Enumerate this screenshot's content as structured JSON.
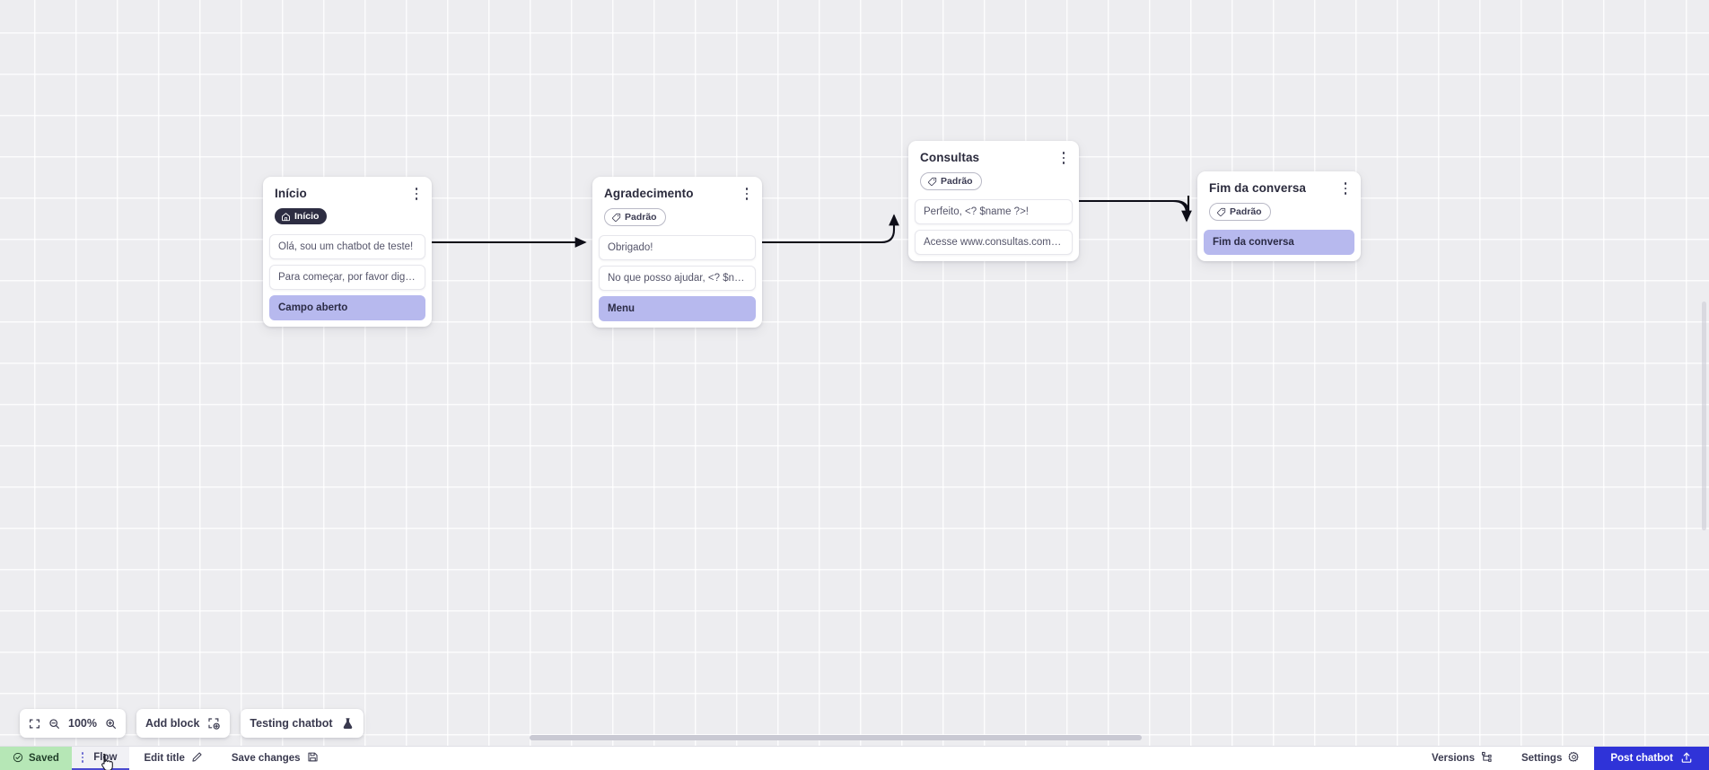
{
  "canvas": {
    "zoom_level": "100%",
    "nodes": [
      {
        "id": "inicio",
        "title": "Início",
        "badge": {
          "label": "Início",
          "icon": "home-icon",
          "style": "dark"
        },
        "fields": [
          {
            "text": "Olá, sou um chatbot de teste!",
            "style": "plain"
          },
          {
            "text": "Para começar, por favor digite o ...",
            "style": "plain"
          },
          {
            "text": "Campo aberto",
            "style": "accent"
          }
        ]
      },
      {
        "id": "agradecimento",
        "title": "Agradecimento",
        "badge": {
          "label": "Padrão",
          "icon": "tag-icon",
          "style": "outline"
        },
        "fields": [
          {
            "text": "Obrigado!",
            "style": "plain"
          },
          {
            "text": "No que posso ajudar, <? $name ...",
            "style": "plain"
          },
          {
            "text": "Menu",
            "style": "accent"
          }
        ]
      },
      {
        "id": "consultas",
        "title": "Consultas",
        "badge": {
          "label": "Padrão",
          "icon": "tag-icon",
          "style": "outline"
        },
        "fields": [
          {
            "text": "Perfeito, <? $name ?>!",
            "style": "plain"
          },
          {
            "text": "Acesse www.consultas.com par...",
            "style": "plain"
          }
        ]
      },
      {
        "id": "fim",
        "title": "Fim da conversa",
        "badge": {
          "label": "Padrão",
          "icon": "tag-icon",
          "style": "outline"
        },
        "fields": [
          {
            "text": "Fim da conversa",
            "style": "accent"
          }
        ]
      }
    ]
  },
  "float_toolbar": {
    "zoom_out_icon": "zoom-out-icon",
    "zoom_in_icon": "zoom-in-icon",
    "fit_icon": "fit-screen-icon",
    "zoom_value": "100%",
    "add_block_label": "Add block",
    "add_block_icon": "add-block-icon",
    "testing_label": "Testing chatbot",
    "testing_icon": "flask-icon"
  },
  "bottom_bar": {
    "saved_label": "Saved",
    "saved_icon": "check-circle-icon",
    "tab_label": "Flow",
    "drag_handle_icon": "drag-dots-icon",
    "edit_title_label": "Edit title",
    "edit_title_icon": "pencil-icon",
    "save_changes_label": "Save changes",
    "save_changes_icon": "floppy-disk-icon",
    "versions_label": "Versions",
    "versions_icon": "branch-icon",
    "settings_label": "Settings",
    "settings_icon": "gear-icon",
    "post_label": "Post chatbot",
    "post_icon": "upload-icon"
  },
  "colors": {
    "canvas_bg": "#ededf0",
    "accent_field": "#b7b9ee",
    "post_button": "#2f33d8",
    "saved_bg": "#b6e7b6",
    "tab_underline": "#4b4bd0",
    "badge_dark": "#2d2d42"
  }
}
